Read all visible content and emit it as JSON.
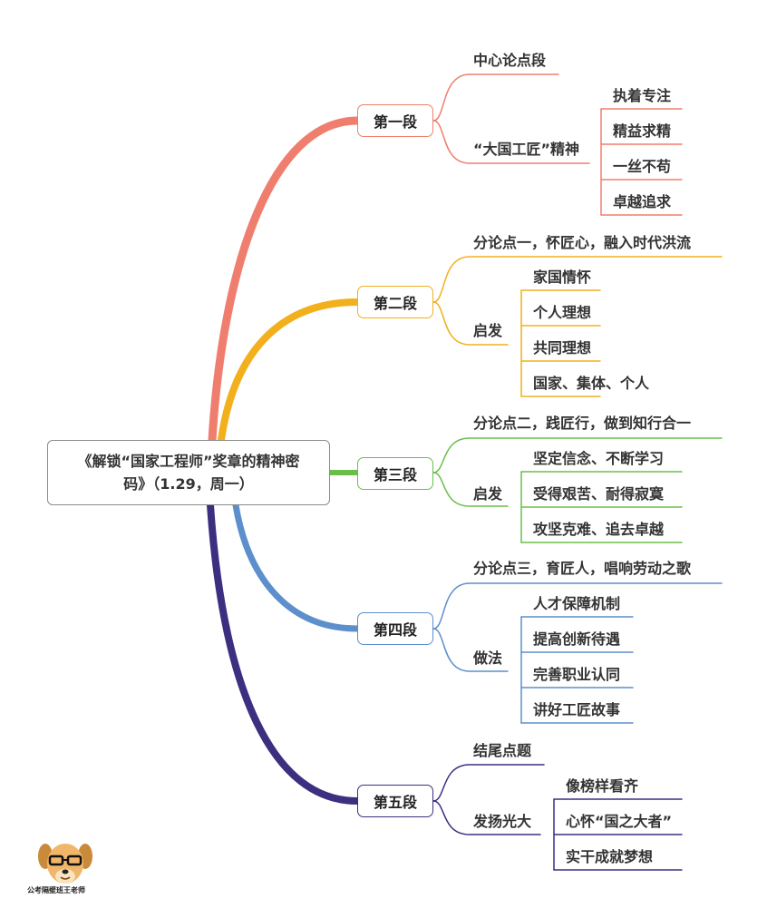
{
  "root": {
    "line1": "《解锁“国家工程师”奖章的精神密",
    "line2": "码》（1.29，周一）"
  },
  "sections": [
    {
      "label": "第一段",
      "color": "#f07e6e",
      "items": [
        {
          "text": "中心论点段",
          "children": []
        },
        {
          "text": "“大国工匠”精神",
          "children": [
            "执着专注",
            "精益求精",
            "一丝不苟",
            "卓越追求"
          ]
        }
      ]
    },
    {
      "label": "第二段",
      "color": "#f2b01c",
      "items": [
        {
          "text": "分论点一，怀匠心，融入时代洪流",
          "children": []
        },
        {
          "text": "启发",
          "children": [
            "家国情怀",
            "个人理想",
            "共同理想",
            "国家、集体、个人"
          ]
        }
      ]
    },
    {
      "label": "第三段",
      "color": "#6abf4b",
      "items": [
        {
          "text": "分论点二，践匠行，做到知行合一",
          "children": []
        },
        {
          "text": "启发",
          "children": [
            "坚定信念、不断学习",
            "受得艰苦、耐得寂寞",
            "攻坚克难、追去卓越"
          ]
        }
      ]
    },
    {
      "label": "第四段",
      "color": "#5c8fcc",
      "items": [
        {
          "text": "分论点三，育匠人，唱响劳动之歌",
          "children": []
        },
        {
          "text": "做法",
          "children": [
            "人才保障机制",
            "提高创新待遇",
            "完善职业认同",
            "讲好工匠故事"
          ]
        }
      ]
    },
    {
      "label": "第五段",
      "color": "#3d2f80",
      "items": [
        {
          "text": "结尾点题",
          "children": []
        },
        {
          "text": "发扬光大",
          "children": [
            "像榜样看齐",
            "心怀“国之大者”",
            "实干成就梦想"
          ]
        }
      ]
    }
  ],
  "logo_caption": "公考隔壁班王老师"
}
